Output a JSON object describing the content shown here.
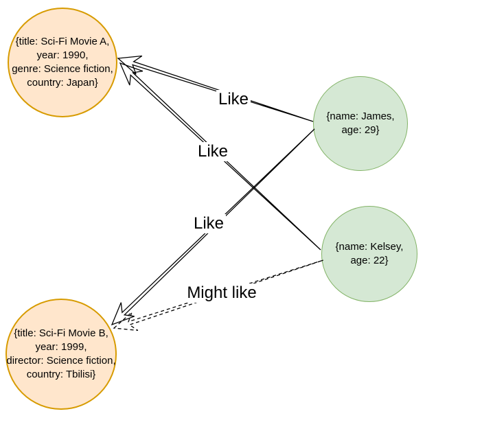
{
  "diagram": {
    "nodes": {
      "movie_a": {
        "text": "{title: Sci-Fi Movie A,\nyear: 1990,\ngenre: Science fiction,\ncountry: Japan}",
        "fill": "#ffe6cc",
        "stroke": "#d79b00"
      },
      "movie_b": {
        "text": "{title: Sci-Fi Movie B,\nyear: 1999,\ndirector: Science fiction,\ncountry: Tbilisi}",
        "fill": "#ffe6cc",
        "stroke": "#d79b00"
      },
      "james": {
        "text": "{name: James,\nage: 29}",
        "fill": "#d5e8d4",
        "stroke": "#82b366"
      },
      "kelsey": {
        "text": "{name: Kelsey,\nage: 22}",
        "fill": "#d5e8d4",
        "stroke": "#82b366"
      }
    },
    "edges": {
      "james_likes_movie_a": {
        "label": "Like",
        "line_style": "solid"
      },
      "kelsey_likes_movie_a": {
        "label": "Like",
        "line_style": "solid"
      },
      "james_likes_movie_b": {
        "label": "Like",
        "line_style": "solid"
      },
      "kelsey_might_like_movie_b": {
        "label": "Might like",
        "line_style": "dashed"
      }
    },
    "colors": {
      "edge_stroke": "#000000",
      "background": "#ffffff"
    }
  }
}
